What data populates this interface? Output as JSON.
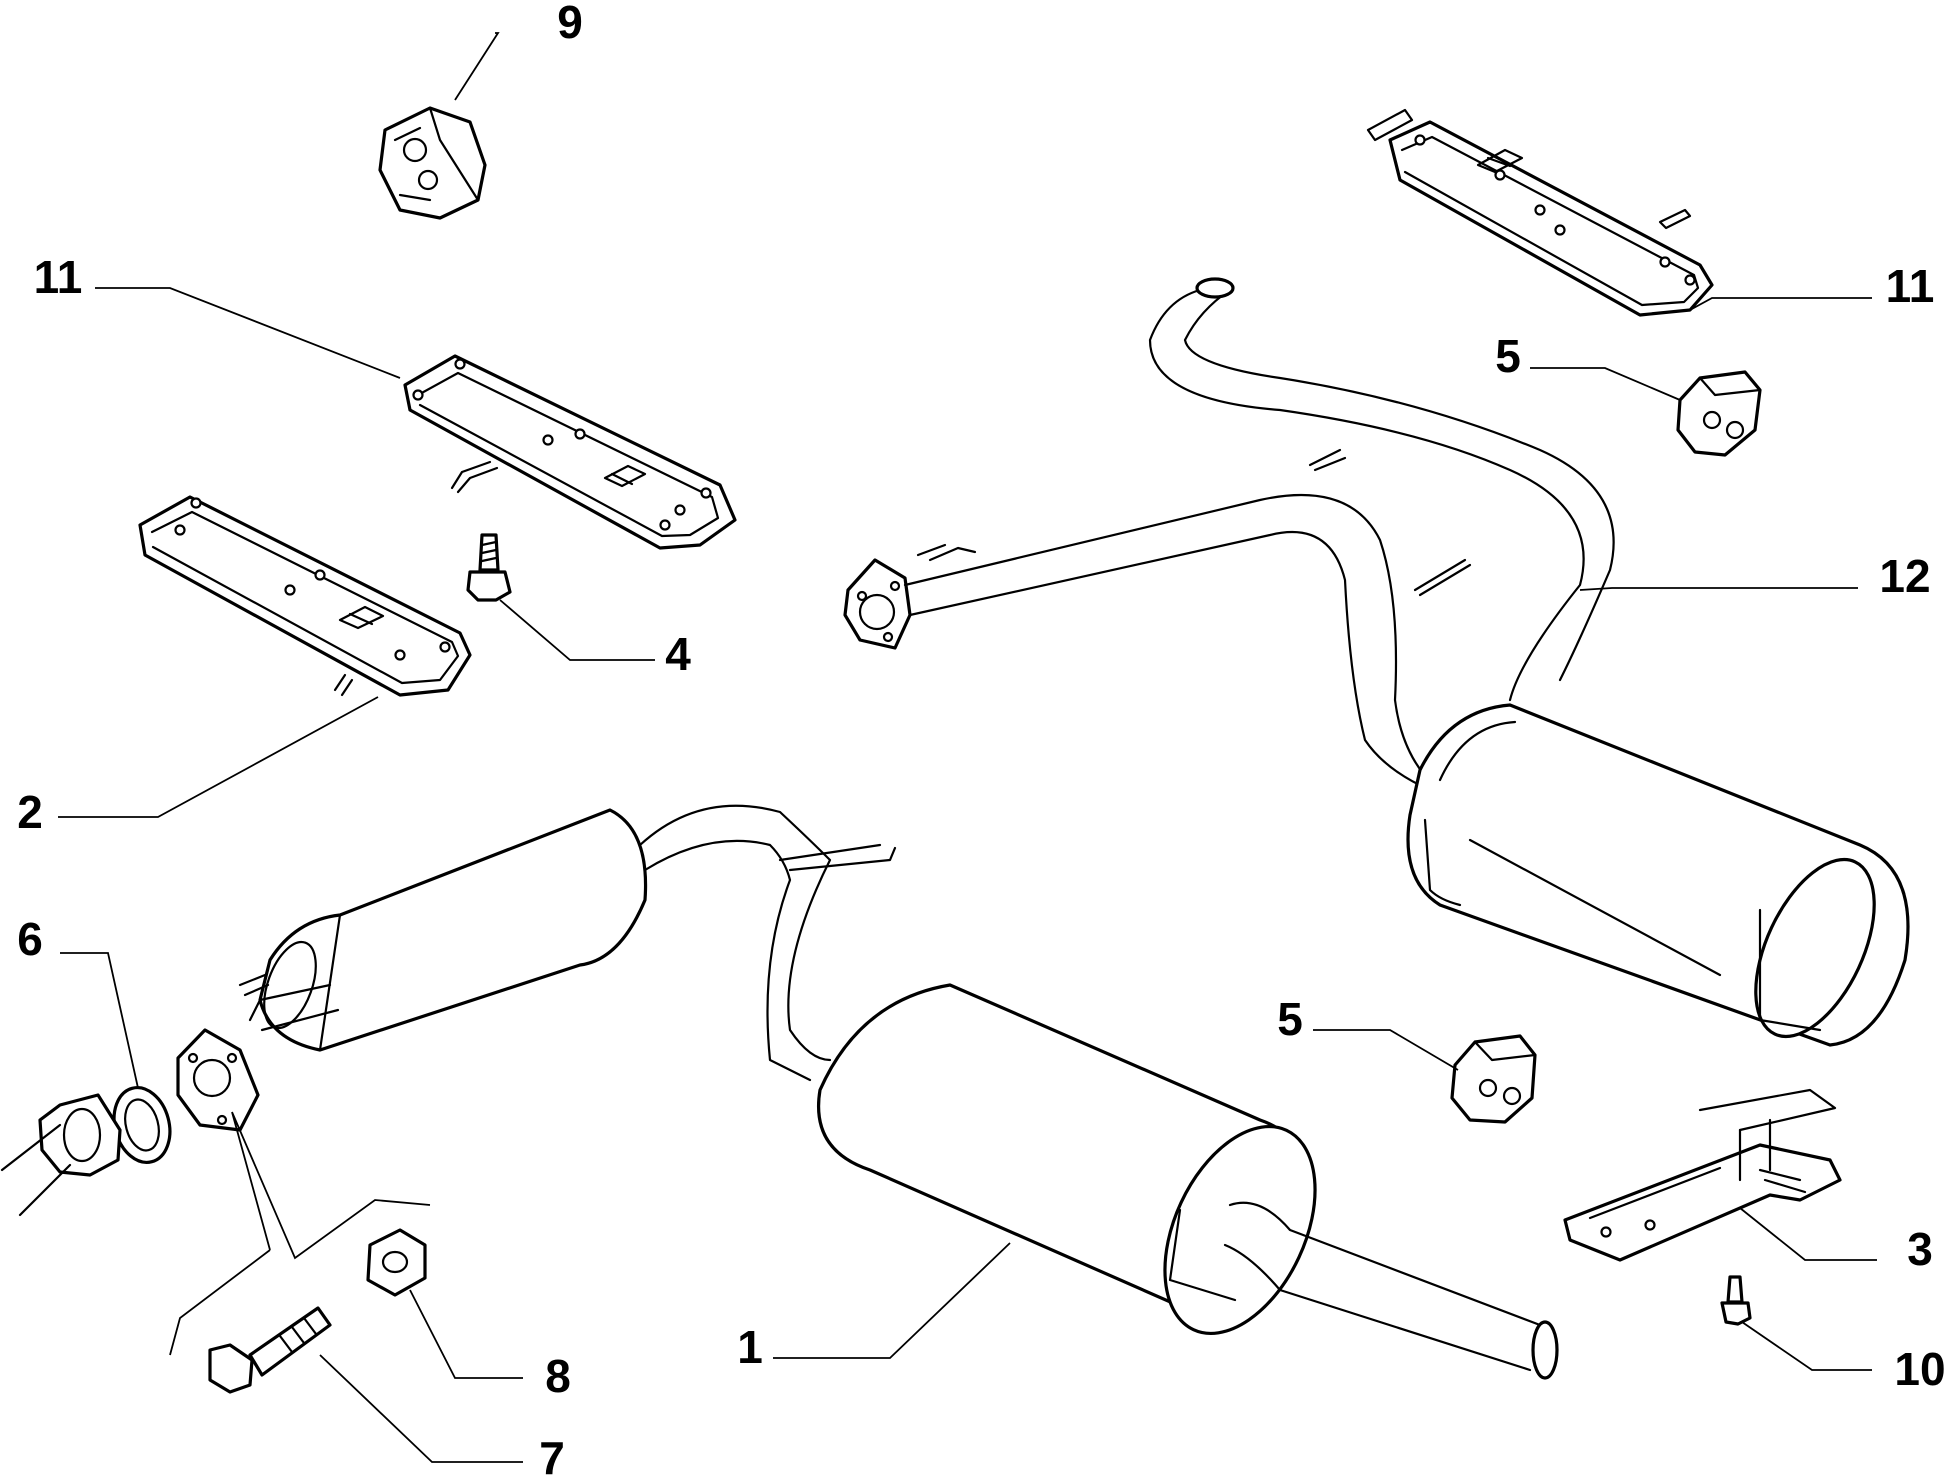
{
  "callouts": {
    "c1": "1",
    "c2": "2",
    "c3": "3",
    "c4": "4",
    "c5a": "5",
    "c5b": "5",
    "c6": "6",
    "c7": "7",
    "c8": "8",
    "c9": "9",
    "c10": "10",
    "c11a": "11",
    "c11b": "11",
    "c12": "12"
  }
}
